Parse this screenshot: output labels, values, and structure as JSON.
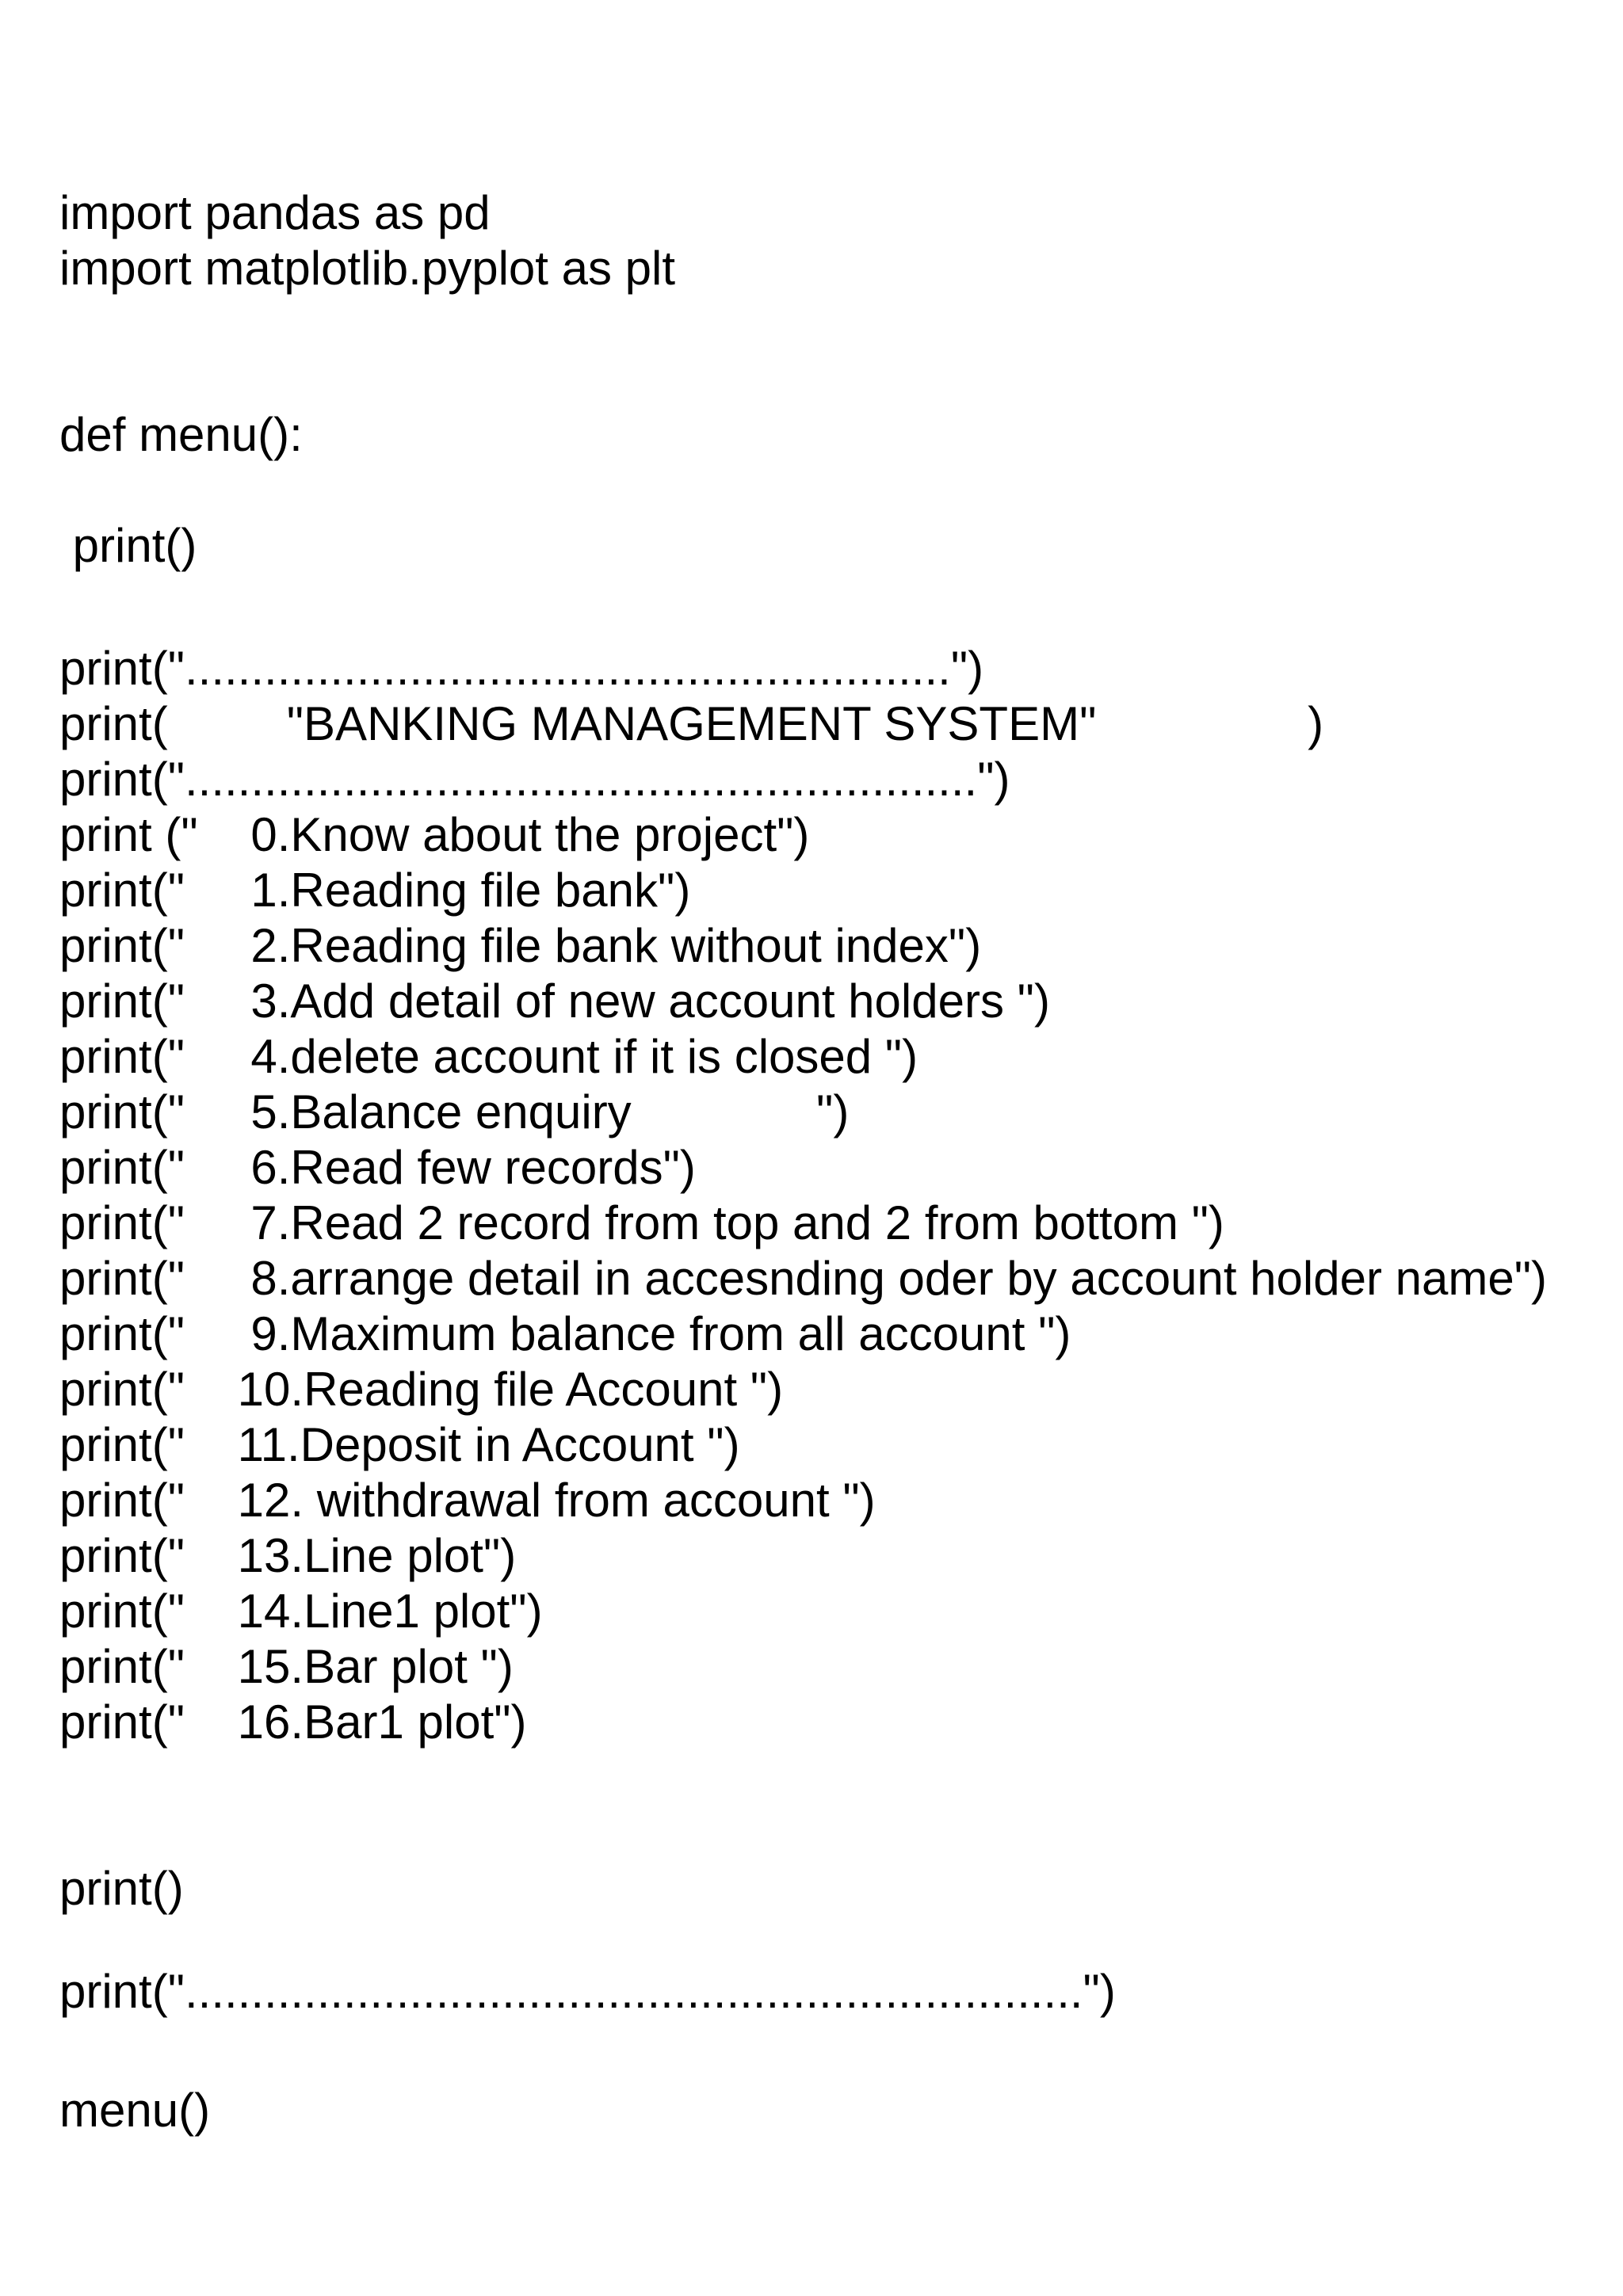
{
  "code": {
    "language": "python",
    "lines": [
      "import pandas as pd",
      "import matplotlib.pyplot as plt",
      "def menu():",
      " print()",
      "print(\"..........................................................\")",
      "print(         \"BANKING MANAGEMENT SYSTEM\"                )",
      "print(\"............................................................\")",
      "print (\"    0.Know about the project\")",
      "print(\"     1.Reading file bank\")",
      "print(\"     2.Reading file bank without index\")",
      "print(\"     3.Add detail of new account holders \")",
      "print(\"     4.delete account if it is closed \")",
      "print(\"     5.Balance enquiry              \")",
      "print(\"     6.Read few records\")",
      "print(\"     7.Read 2 record from top and 2 from bottom \")",
      "print(\"     8.arrange detail in accesnding oder by account holder name\")",
      "print(\"     9.Maximum balance from all account \")",
      "print(\"    10.Reading file Account \")",
      "print(\"    11.Deposit in Account \")",
      "print(\"    12. withdrawal from account \")",
      "print(\"    13.Line plot\")",
      "print(\"    14.Line1 plot\")",
      "print(\"    15.Bar plot \")",
      "print(\"    16.Bar1 plot\")",
      "print()",
      "print(\"....................................................................\")",
      "menu()"
    ],
    "text_color": "#000000",
    "background_color": "#ffffff"
  }
}
